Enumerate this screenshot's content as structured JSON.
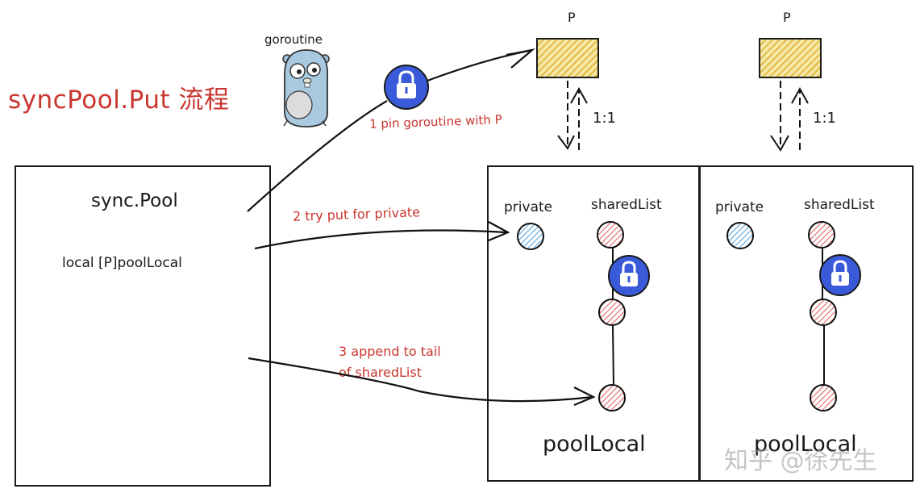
{
  "title": "syncPool.Put 流程",
  "gopher_label": "goroutine",
  "sync_pool": {
    "name": "sync.Pool",
    "field": "local [P]poolLocal"
  },
  "steps": {
    "step1": "1 pin goroutine with P",
    "step2": "2 try put for private",
    "step3_line1": "3 append to tail",
    "step3_line2": "of sharedList"
  },
  "processors": [
    {
      "p_label": "P",
      "ratio_label": "1:1",
      "private_label": "private",
      "shared_label": "sharedList",
      "pool_label": "poolLocal"
    },
    {
      "p_label": "P",
      "ratio_label": "1:1",
      "private_label": "private",
      "shared_label": "sharedList",
      "pool_label": "poolLocal"
    }
  ],
  "watermark": "知乎 @徐先生",
  "colors": {
    "title_red": "#c8362e",
    "lock_blue": "#3a5bd9",
    "private_blue": "#4a9fe0",
    "shared_red": "#e05a5a",
    "p_yellow": "#e2b93a"
  }
}
